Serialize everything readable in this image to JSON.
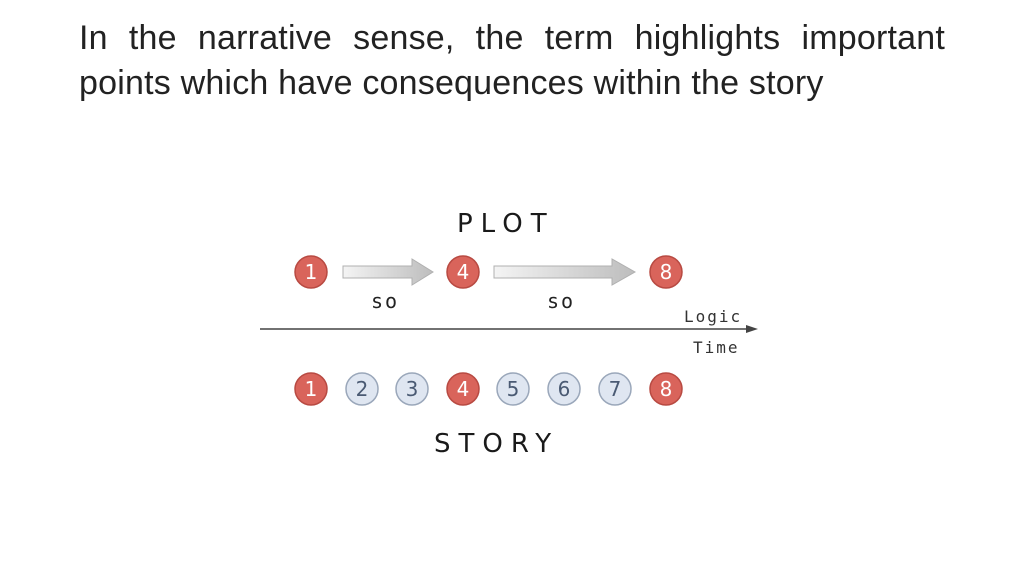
{
  "heading": "In the narrative sense, the term highlights important points which have consequences within the story",
  "plot": {
    "label": "PLOT",
    "connector": "so",
    "events": [
      "1",
      "4",
      "8"
    ]
  },
  "axis": {
    "top_label": "Logic",
    "bottom_label": "Time"
  },
  "story": {
    "label": "STORY",
    "events": [
      "1",
      "2",
      "3",
      "4",
      "5",
      "6",
      "7",
      "8"
    ],
    "highlighted": [
      "1",
      "4",
      "8"
    ]
  },
  "colors": {
    "highlight_fill": "#d9645b",
    "highlight_stroke": "#b84a42",
    "plain_fill": "#dfe6f1",
    "plain_stroke": "#9aa7ba",
    "plain_text": "#4a5a73",
    "arrow_fill": "#d4d4d4"
  }
}
